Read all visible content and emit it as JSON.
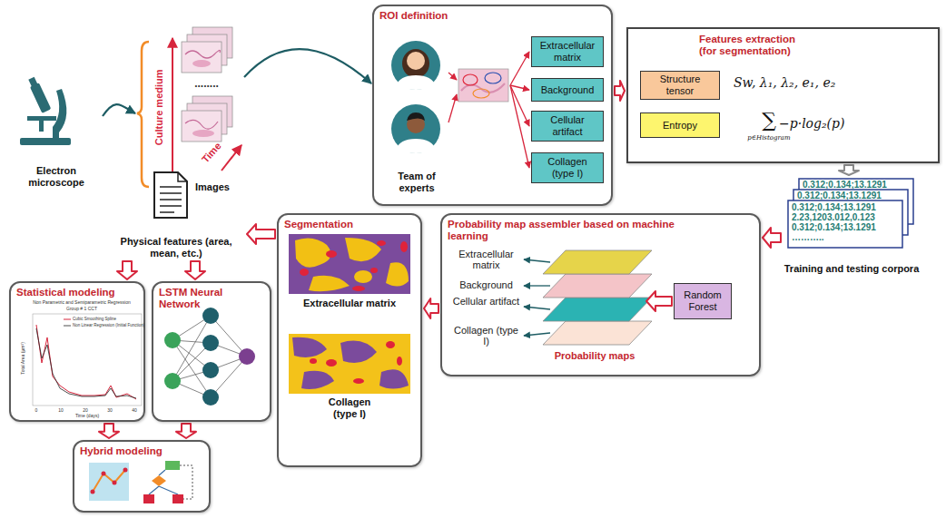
{
  "diagram": {
    "nodes": [
      {
        "text": [
          "Electron microscope"
        ]
      },
      {
        "text": [
          "Images"
        ]
      },
      {
        "text": [
          "ROI definition"
        ]
      },
      {
        "text": [
          "Team of experts"
        ],
        "in": 2
      },
      {
        "text": [
          "Extracellular matrix"
        ],
        "in": 2
      },
      {
        "text": [
          "Background"
        ],
        "in": 2
      },
      {
        "text": [
          "Cellular artifact"
        ],
        "in": 2
      },
      {
        "text": [
          "Collagen (type I)"
        ],
        "in": 2
      },
      {
        "text": [
          "Features extraction (for segmentation)"
        ]
      },
      {
        "text": [
          "Structure tensor"
        ],
        "in": 8
      },
      {
        "text": [
          "Entropy"
        ],
        "in": 8
      },
      {
        "text": [
          "Training and testing corpora"
        ]
      },
      {
        "text": [
          "Probability map assembler based on machine learning"
        ]
      },
      {
        "text": [
          "Random Forest"
        ],
        "in": 12
      },
      {
        "text": [
          "Segmentation"
        ]
      },
      {
        "text": [
          "Physical features (area, mean, etc.)"
        ]
      },
      {
        "text": [
          "Statistical modeling"
        ]
      },
      {
        "text": [
          "LSTM Neural Network"
        ]
      },
      {
        "text": [
          "Hybrid modeling"
        ]
      }
    ],
    "edges": [
      {
        "from": 0,
        "to": 1,
        "arrow": "to"
      },
      {
        "from": 1,
        "to": 2,
        "arrow": "to"
      },
      {
        "from": 2,
        "to": 8,
        "arrow": "to"
      },
      {
        "from": 8,
        "to": 11,
        "arrow": "to"
      },
      {
        "from": 11,
        "to": 12,
        "arrow": "to"
      },
      {
        "from": 12,
        "to": 14,
        "arrow": "to"
      },
      {
        "from": 14,
        "to": 15,
        "arrow": "to"
      },
      {
        "from": 15,
        "to": 16,
        "arrow": "to"
      },
      {
        "from": 15,
        "to": 17,
        "arrow": "to"
      },
      {
        "from": 16,
        "to": 18,
        "arrow": "to"
      },
      {
        "from": 17,
        "to": 18,
        "arrow": "to"
      }
    ],
    "labels": [
      "Culture medium",
      "Time",
      "........",
      "Sw, λ₁, λ₂, e₁, e₂",
      "∑",
      "p∈Histogram",
      "−p·log₂(p)",
      "0.312;0.134;13.1291",
      "0.312;0.134;13.1291",
      "0.312;0.134;13.1291",
      "2.23,1203.012,0.123",
      "0.312;0.134;13.1291",
      "………..",
      "Extracellular matrix",
      "Background",
      "Cellular artifact",
      "Collagen (type I)",
      "Probability maps",
      "Extracellular matrix",
      "Collagen (type I)",
      "Non Parametric and Semiparametric Regression",
      "Group # 1 CCT",
      "Time (days)",
      "Total Area (µm²)",
      "0",
      "10",
      "20",
      "30",
      "40"
    ],
    "legend": [
      {
        "text": "Cubic Smoothing Spline"
      },
      {
        "text": "Non Linear Regression (Initial Function)"
      }
    ]
  }
}
